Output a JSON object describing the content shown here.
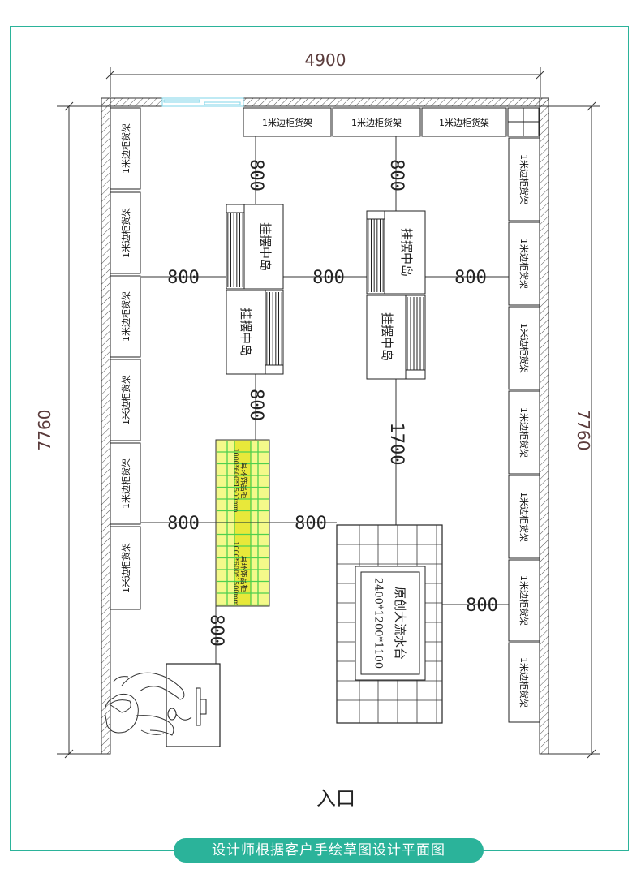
{
  "dimensions": {
    "width_label": "4900",
    "height_left_label": "7760",
    "height_right_label": "7760"
  },
  "shelf_label": "1米边柜货架",
  "top_shelves": [
    "1米边柜货架",
    "1米边柜货架",
    "1米边柜货架"
  ],
  "left_shelves": [
    "1米边柜货架",
    "1米边柜货架",
    "1米边柜货架",
    "1米边柜货架",
    "1米边柜货架",
    "1米边柜货架"
  ],
  "right_shelves": [
    "1米边柜货架",
    "1米边柜货架",
    "1米边柜货架",
    "1米边柜货架",
    "1米边柜货架",
    "1米边柜货架",
    "1米边柜货架"
  ],
  "islands": {
    "label": "挂摆中岛"
  },
  "display_cabinet": {
    "title": "耳环饰品柜",
    "size": "1000*600*1500mm"
  },
  "water_table": {
    "title": "原创大流水台",
    "size": "2400*1200*1100"
  },
  "spacing_labels": {
    "s800": "800",
    "s1700": "1700"
  },
  "entrance": "入口",
  "caption": "设计师根据客户手绘草图设计平面图",
  "colors": {
    "accent": "#2bb39a",
    "cabinet_fill": "#f4f98a",
    "cabinet_strip": "#e8e83a",
    "cabinet_grid": "#4fd04f",
    "door": "#7fd6e8"
  }
}
